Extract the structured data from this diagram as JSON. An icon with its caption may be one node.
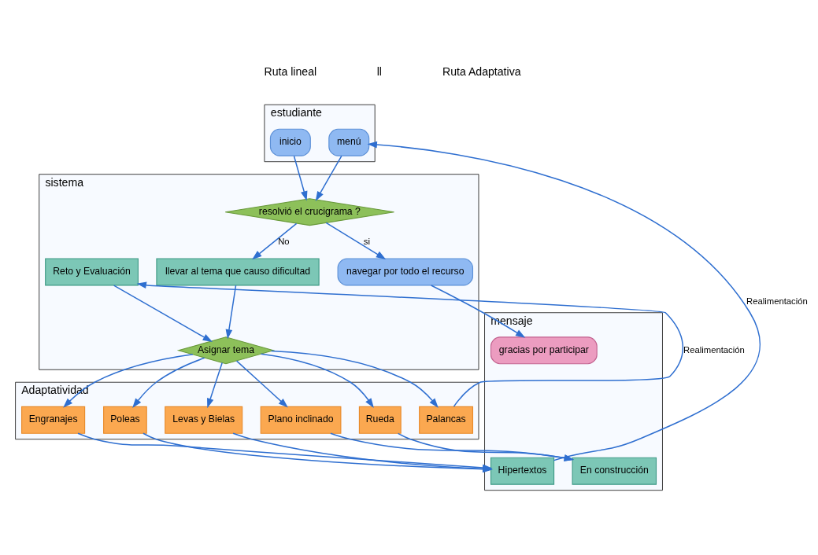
{
  "diagram": {
    "nodes": [
      {
        "text": [
          "estudiante"
        ]
      },
      {
        "text": [
          "sistema"
        ]
      },
      {
        "text": [
          "Adaptatividad"
        ]
      },
      {
        "text": [
          "mensaje"
        ]
      },
      {
        "text": [
          "inicio"
        ],
        "in": 0
      },
      {
        "text": [
          "menú"
        ],
        "in": 0
      },
      {
        "text": [
          "resolvió el crucigrama ?"
        ],
        "in": 1
      },
      {
        "text": [
          "llevar al tema que causo dificultad"
        ],
        "in": 1
      },
      {
        "text": [
          "Asignar tema"
        ],
        "in": 1
      },
      {
        "text": [
          "Reto y Evaluación"
        ],
        "in": 1
      },
      {
        "text": [
          "navegar por todo el recurso"
        ],
        "in": 1
      },
      {
        "text": [
          "Engranajes"
        ],
        "in": 2
      },
      {
        "text": [
          "Poleas"
        ],
        "in": 2
      },
      {
        "text": [
          "Levas y Bielas"
        ],
        "in": 2
      },
      {
        "text": [
          "Plano inclinado"
        ],
        "in": 2
      },
      {
        "text": [
          "Rueda"
        ],
        "in": 2
      },
      {
        "text": [
          "Palancas"
        ],
        "in": 2
      },
      {
        "text": [
          "gracias por participar"
        ],
        "in": 3
      },
      {
        "text": [
          "Hipertextos"
        ],
        "in": 3
      },
      {
        "text": [
          "En construcción"
        ],
        "in": 3
      }
    ],
    "edges": [
      {
        "from": 4,
        "to": 6,
        "arrow": "to"
      },
      {
        "from": 5,
        "to": 6,
        "arrow": "to"
      },
      {
        "from": 6,
        "to": 7,
        "arrow": "to",
        "label": "No"
      },
      {
        "from": 6,
        "to": 10,
        "arrow": "to",
        "label": "si"
      },
      {
        "from": 7,
        "to": 8,
        "arrow": "to"
      },
      {
        "from": 9,
        "to": 8,
        "arrow": "to"
      },
      {
        "from": 8,
        "to": 11,
        "arrow": "to"
      },
      {
        "from": 8,
        "to": 12,
        "arrow": "to"
      },
      {
        "from": 8,
        "to": 13,
        "arrow": "to"
      },
      {
        "from": 8,
        "to": 14,
        "arrow": "to"
      },
      {
        "from": 8,
        "to": 15,
        "arrow": "to"
      },
      {
        "from": 8,
        "to": 16,
        "arrow": "to"
      },
      {
        "from": 16,
        "to": 9,
        "arrow": "to",
        "label": "Realimentación"
      },
      {
        "from": 10,
        "to": 17,
        "arrow": "to"
      },
      {
        "from": 11,
        "to": 18,
        "arrow": "to"
      },
      {
        "from": 12,
        "to": 18,
        "arrow": "to"
      },
      {
        "from": 13,
        "to": 18,
        "arrow": "to"
      },
      {
        "from": 14,
        "to": 19,
        "arrow": "to"
      },
      {
        "from": 15,
        "to": 19,
        "arrow": "to"
      },
      {
        "from": 18,
        "to": 5,
        "arrow": "to",
        "label": "Realimentación"
      }
    ],
    "labels": [
      "Ruta lineal",
      "ll",
      "Ruta Adaptativa"
    ]
  }
}
